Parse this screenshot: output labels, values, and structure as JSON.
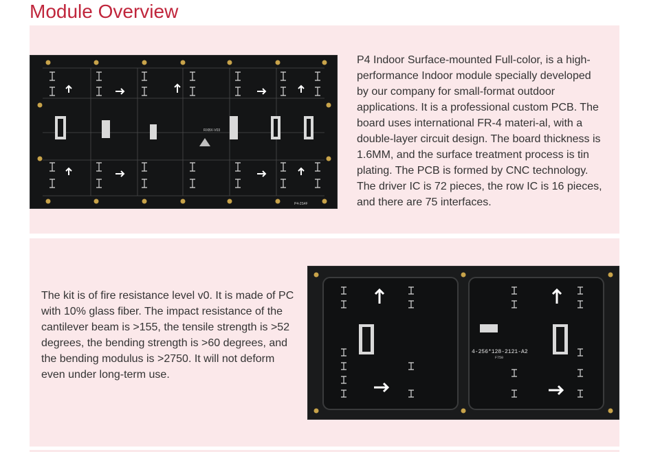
{
  "page": {
    "title": "Module Overview"
  },
  "sections": [
    {
      "image_alt": "P4 indoor LED module PCB front",
      "text": "P4 Indoor Surface-mounted Full-color, is a high-performance Indoor module specially developed by our company for small-format outdoor applications. It is a professional custom PCB. The board uses international FR-4 materi-al, with a double-layer circuit design. The board thickness is 1.6MM, and the surface treatment process is tin plating. The PCB is formed by CNC technology. The driver IC is 72 pieces, the row IC is 16 pieces, and there are 75 interfaces.",
      "pcb_labels": [
        "RXBX-V03",
        "P4-2S4F"
      ]
    },
    {
      "image_alt": "LED module back with kit frame",
      "text": "The kit is of fire resistance level v0. It is made of PC with 10% glass fiber. The impact resistance of the cantilever beam is >155, the tensile strength is >52 degrees, the bending strength is >60 degrees, and the bending modulus is >2750. It will not deform even under long-term use.",
      "pcb_labels": [
        "4-256*128-2121-A2",
        "F750"
      ]
    }
  ],
  "colors": {
    "title": "#c0263c",
    "panel_bg": "#fbe8ea",
    "pcb": "#141516",
    "text": "#333333"
  }
}
